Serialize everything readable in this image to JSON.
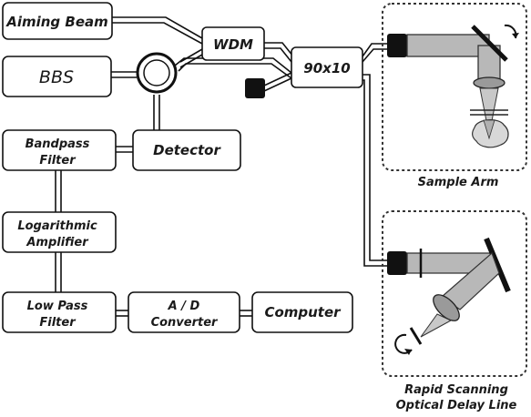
{
  "blocks": {
    "aiming_beam": "Aiming Beam",
    "wdm": "WDM",
    "bbs": "BBS",
    "coupler": "90x10",
    "bandpass_line1": "Bandpass",
    "bandpass_line2": "Filter",
    "detector": "Detector",
    "log_line1": "Logarithmic",
    "log_line2": "Amplifier",
    "lowpass_line1": "Low Pass",
    "lowpass_line2": "Filter",
    "adc_line1": "A / D",
    "adc_line2": "Converter",
    "computer": "Computer"
  },
  "arms": {
    "sample_arm": "Sample Arm",
    "delay_line1": "Rapid Scanning",
    "delay_line2": "Optical Delay Line"
  }
}
